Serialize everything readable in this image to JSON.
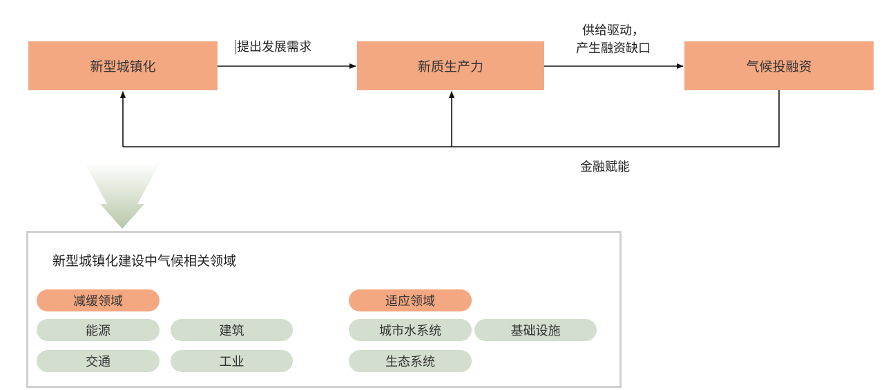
{
  "nodes": {
    "urbanization": "新型城镇化",
    "productivity": "新质生产力",
    "climate_finance": "气候投融资"
  },
  "edges": {
    "demand": "提出发展需求",
    "supply_line1": "供给驱动，",
    "supply_line2": "产生融资缺口",
    "finance_empower": "金融赋能"
  },
  "panel": {
    "title": "新型城镇化建设中气候相关领域",
    "mitigation": {
      "label": "减缓领域",
      "items": [
        "能源",
        "建筑",
        "交通",
        "工业"
      ]
    },
    "adaptation": {
      "label": "适应领域",
      "items": [
        "城市水系统",
        "基础设施",
        "生态系统"
      ]
    }
  },
  "colors": {
    "node_fill": "#f4a882",
    "item_fill": "#d3dece",
    "arrow_gradient": "#b7c7a8",
    "line": "#111111"
  }
}
